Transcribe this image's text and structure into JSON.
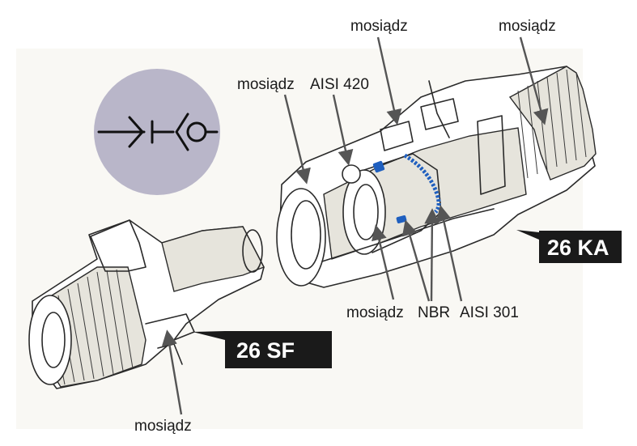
{
  "colors": {
    "symbol_circle": "#b9b6c9",
    "seal_blue": "#1f5fbf",
    "tag_background": "#1a1a1a",
    "tag_text": "#ffffff",
    "leader_line": "#555555",
    "background_wash": "#f4f3ec"
  },
  "symbol": {
    "icon": "quick-coupling-symbol-icon"
  },
  "labels": {
    "top_center": "mosiądz",
    "top_right": "mosiądz",
    "left_outer": "mosiądz",
    "ball": "AISI 420",
    "bottom_valve": "mosiądz",
    "seals": "NBR",
    "spring": "AISI 301",
    "plug_bottom": "mosiądz"
  },
  "tags": {
    "coupling": "26 KA",
    "plug": "26 SF"
  }
}
